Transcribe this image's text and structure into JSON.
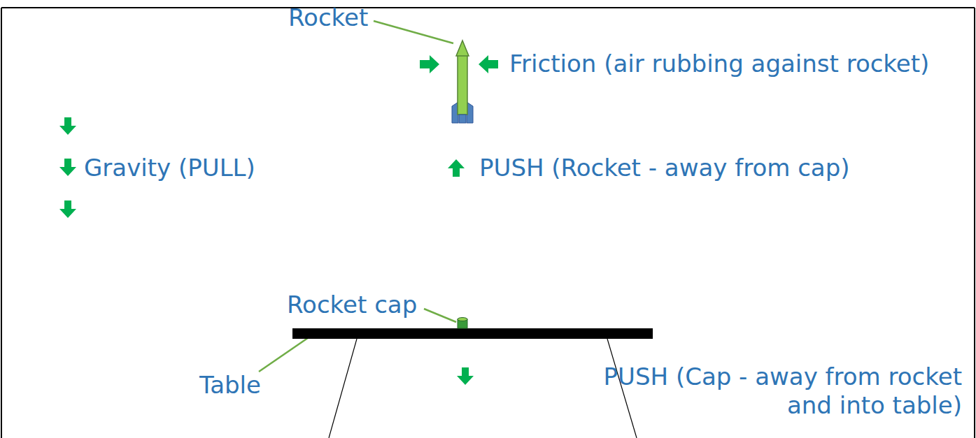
{
  "diagram": {
    "labels": [
      "Rocket",
      "Friction (air rubbing against rocket)",
      "Gravity (PULL)",
      "PUSH (Rocket - away from cap)",
      "Rocket cap",
      "Table",
      "PUSH (Cap - away from rocket and into table)"
    ]
  }
}
